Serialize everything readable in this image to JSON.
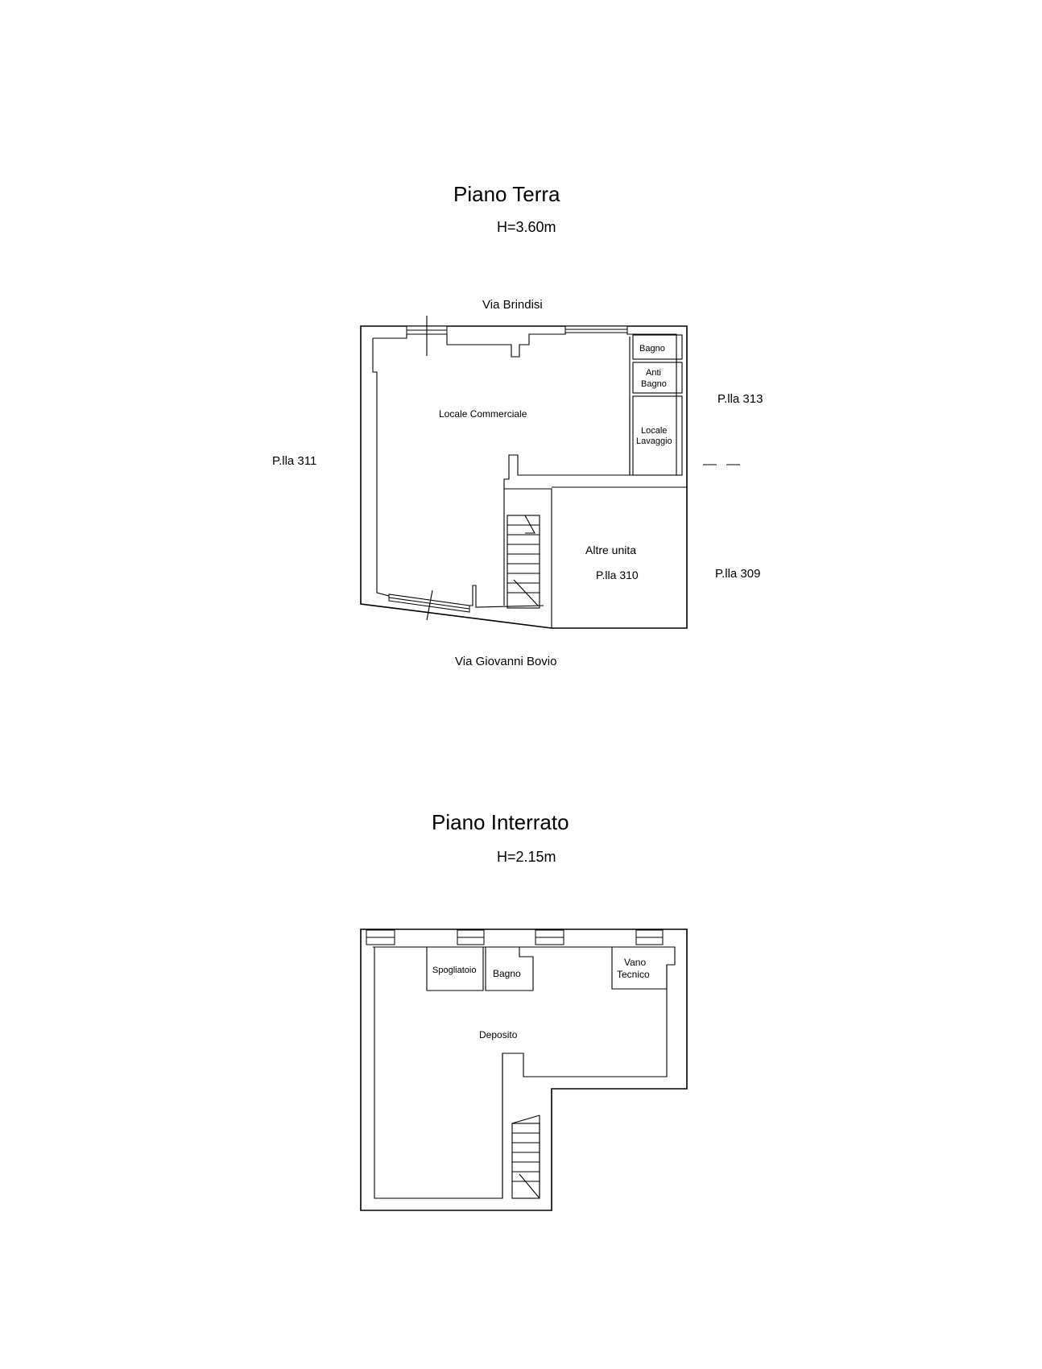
{
  "ground_floor": {
    "title": "Piano Terra",
    "height": "H=3.60m",
    "street_top": "Via Brindisi",
    "street_bottom": "Via Giovanni Bovio",
    "parcel_left": "P.lla 311",
    "parcel_right_top": "P.lla 313",
    "parcel_right_bottom": "P.lla 309",
    "rooms": {
      "main": "Locale Commerciale",
      "bath": "Bagno",
      "antibath_1": "Anti",
      "antibath_2": "Bagno",
      "wash_1": "Locale",
      "wash_2": "Lavaggio",
      "other_1": "Altre unita",
      "other_2": "P.lla 310"
    }
  },
  "basement": {
    "title": "Piano Interrato",
    "height": "H=2.15m",
    "rooms": {
      "changing": "Spogliatoio",
      "bath": "Bagno",
      "tech_1": "Vano",
      "tech_2": "Tecnico",
      "storage": "Deposito"
    }
  }
}
